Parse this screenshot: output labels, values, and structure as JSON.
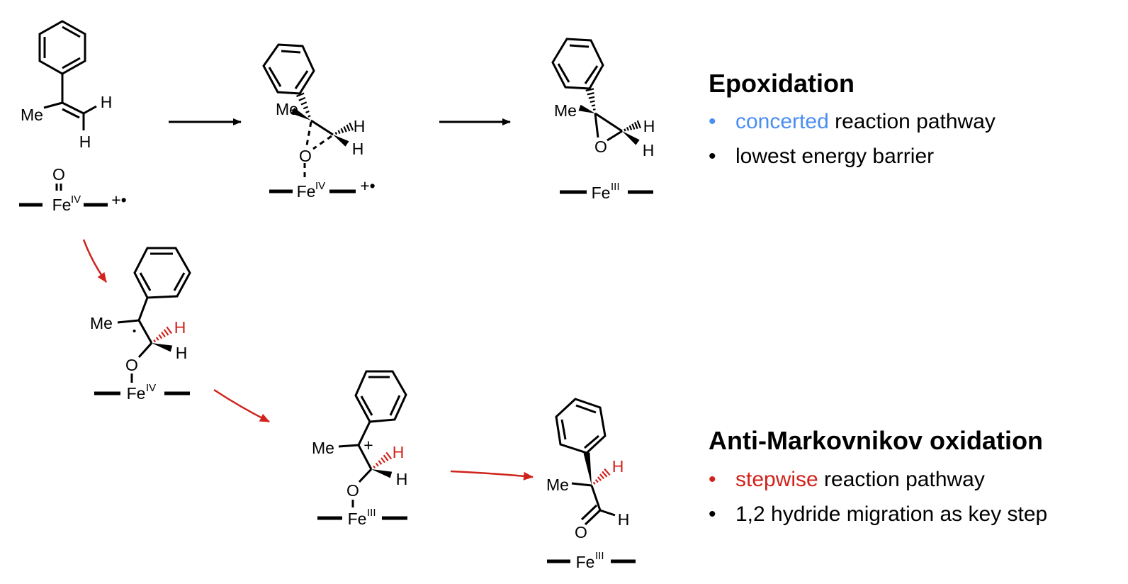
{
  "labels": {
    "me": "Me",
    "h": "H",
    "o": "O",
    "fe": "Fe",
    "iv": "IV",
    "iii": "III",
    "plus": "+",
    "radical_cation": "+•",
    "dot": "•"
  },
  "epoxidation": {
    "title": "Epoxidation",
    "bullets": [
      {
        "highlight": "concerted",
        "rest": " reaction pathway"
      },
      {
        "text": "lowest energy barrier"
      }
    ]
  },
  "anti_markovnikov": {
    "title": "Anti-Markovnikov oxidation",
    "bullets": [
      {
        "highlight": "stepwise",
        "rest": " reaction pathway"
      },
      {
        "text": "1,2 hydride migration as key step"
      }
    ]
  },
  "colors": {
    "blue": "#4a8ef2",
    "red": "#d0231c",
    "black": "#000000"
  }
}
